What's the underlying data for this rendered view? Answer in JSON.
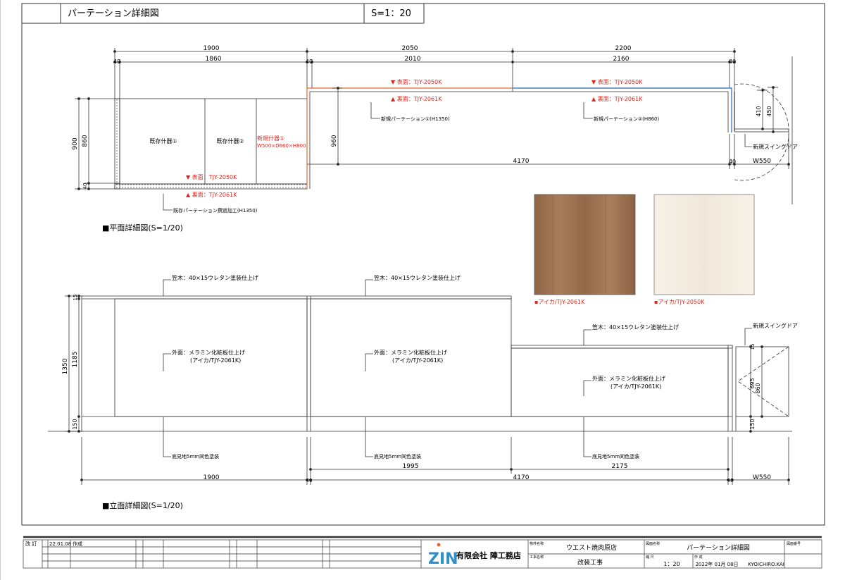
{
  "header": {
    "title": "パーテーション詳細図",
    "scale": "S=1：20"
  },
  "plan": {
    "section_title": "■平面詳細図(S=1/20)",
    "dims_top": [
      "1900",
      "2050",
      "2200"
    ],
    "dims_sub": [
      "1860",
      "2010",
      "2160"
    ],
    "dim_40": "40",
    "dim_900": "900",
    "dim_860": "860",
    "dim_960": "960",
    "dim_410": "410",
    "dim_450": "450",
    "dim_4170": "4170",
    "dim_w550": "W550",
    "cabinet_1": "既存什器①",
    "cabinet_2": "既存什器②",
    "new_cabinet_line1": "新規什器①",
    "new_cabinet_line2": "W500×D660×H800",
    "surface_front": "▼ 表面：TJY-2050K",
    "surface_back": "▲ 裏面：TJY-2061K",
    "new_partition_1": "新規パーテーション①(H1350)",
    "new_partition_2": "新規パーテーション②(H860)",
    "new_swing_door": "新規スイングドア",
    "existing_partition": "既存パーテーション撰過加工(H1350)"
  },
  "swatches": [
    {
      "label": "▪アイカ/TJY-2061K",
      "color": "#9a7050"
    },
    {
      "label": "▪アイカ/TJY-2050K",
      "color": "#f4eee2"
    }
  ],
  "elevation": {
    "section_title": "■立面詳細図(S=1/20)",
    "kasagi": "笠木：40×15ウレタン塗装仕上げ",
    "exterior_line1": "外面：メラミン化粧板仕上げ",
    "exterior_line2": "(アイカ/TJY-2061K)",
    "base": "底見地5mm同色塗装",
    "swing_door": "新規スイングドア",
    "dim_1350": "1350",
    "dim_1185": "1185",
    "dim_150": "150",
    "dim_15": "15",
    "dim_695": "695",
    "dim_860": "860",
    "dim_1995": "1995",
    "dim_2175": "2175",
    "dim_1900": "1900",
    "dim_40": "40",
    "dim_4170": "4170",
    "dim_w550": "W550"
  },
  "title_block": {
    "rev_label": "改 訂",
    "rev_date": "22.01.08",
    "rev_note": "作成",
    "logo": "ZIN",
    "company": "有限会社 陣工務店",
    "property_label": "物件名称",
    "property": "ウエスト焼肉原店",
    "work_label": "工事名称",
    "work": "改装工事",
    "drawing_label": "図面名称",
    "drawing": "パーテーション詳細図",
    "drawing_no_label": "図面番号",
    "scale_label": "縮 尺",
    "scale": "1：20",
    "date_label": "作 成",
    "date": "2022年 01月 08日",
    "author": "KYOICHIRO.KAI"
  },
  "colors": {
    "accent_red": "#e0261b",
    "accent_orange": "#e8692c",
    "accent_blue": "#2c63b8"
  }
}
